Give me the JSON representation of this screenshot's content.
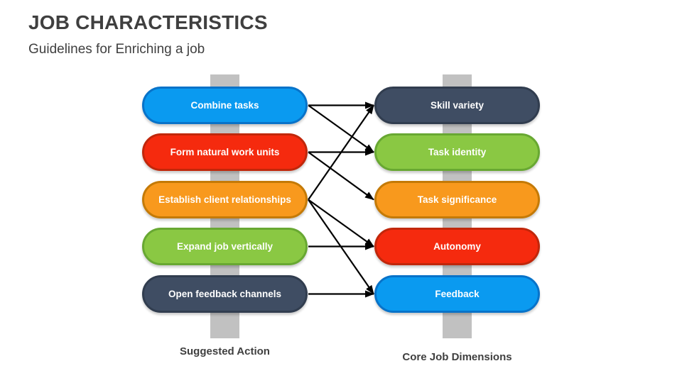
{
  "slide": {
    "title": "JOB CHARACTERISTICS",
    "subtitle": "Guidelines for Enriching a job"
  },
  "colors": {
    "background": "#ffffff",
    "title_text": "#3f3f3f",
    "label_text": "#3f3f3f",
    "box_text": "#ffffff",
    "arrow": "#000000",
    "column_bar": "#c1c1c1"
  },
  "columns": {
    "left": {
      "label": "Suggested Action",
      "items": [
        {
          "label": "Combine tasks",
          "fill": "#0a9af0",
          "border": "#0873c9"
        },
        {
          "label": "Form natural work units",
          "fill": "#f52a0e",
          "border": "#c1270b"
        },
        {
          "label": "Establish client relationships",
          "fill": "#f8991d",
          "border": "#c47a07"
        },
        {
          "label": "Expand job vertically",
          "fill": "#8ac843",
          "border": "#68a832"
        },
        {
          "label": "Open feedback channels",
          "fill": "#3f4d63",
          "border": "#313d4f"
        }
      ]
    },
    "right": {
      "label": "Core Job Dimensions",
      "items": [
        {
          "label": "Skill variety",
          "fill": "#3f4d63",
          "border": "#313d4f"
        },
        {
          "label": "Task identity",
          "fill": "#8ac843",
          "border": "#68a832"
        },
        {
          "label": "Task significance",
          "fill": "#f8991d",
          "border": "#c47a07"
        },
        {
          "label": "Autonomy",
          "fill": "#f52a0e",
          "border": "#c1270b"
        },
        {
          "label": "Feedback",
          "fill": "#0a9af0",
          "border": "#0873c9"
        }
      ]
    }
  },
  "connections": [
    {
      "from": "left.0",
      "to": "right.0"
    },
    {
      "from": "left.0",
      "to": "right.1"
    },
    {
      "from": "left.1",
      "to": "right.1"
    },
    {
      "from": "left.1",
      "to": "right.2"
    },
    {
      "from": "left.2",
      "to": "right.0"
    },
    {
      "from": "left.2",
      "to": "right.3"
    },
    {
      "from": "left.2",
      "to": "right.4"
    },
    {
      "from": "left.3",
      "to": "right.3"
    },
    {
      "from": "left.4",
      "to": "right.4"
    }
  ]
}
